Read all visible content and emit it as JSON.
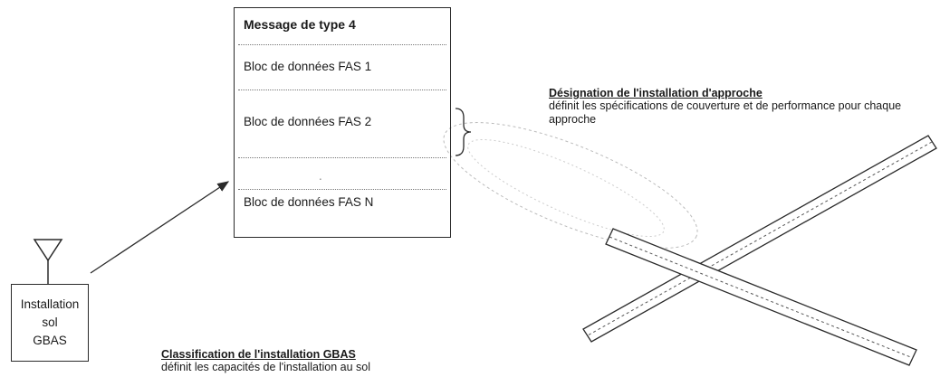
{
  "message_block": {
    "title": "Message de type 4",
    "rows": [
      "Bloc de données FAS 1",
      "Bloc de données FAS 2",
      "Bloc de données FAS N"
    ],
    "ellipsis": "."
  },
  "ground_station": {
    "line1": "Installation",
    "line2": "sol",
    "line3": "GBAS"
  },
  "approach_note": {
    "title": "Désignation de l'installation d'approche",
    "description": "définit les spécifications de couverture et de performance pour chaque approche"
  },
  "gbas_note": {
    "title": "Classification de l'installation GBAS",
    "description": "définit les capacités de l'installation au sol"
  },
  "colors": {
    "line": "#2a2a2a",
    "ellipse": "#bbbbbb"
  }
}
